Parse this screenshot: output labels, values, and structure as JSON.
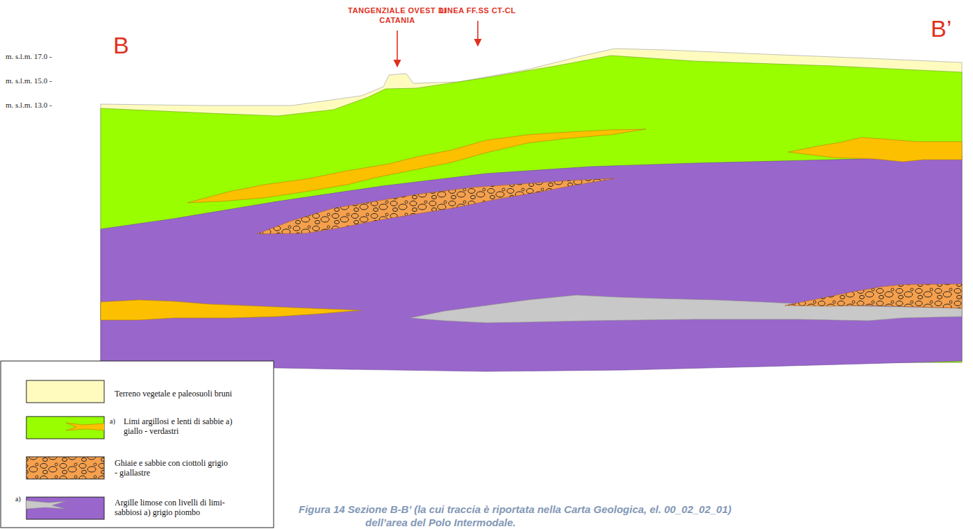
{
  "diagram": {
    "caption": "Figura 14 Sezione B-B’ (la cui traccia è riportata nella Carta Geologica, el. 00_02_02_01) dell’area del Polo Intermodale.",
    "labels": [
      "B",
      "B’",
      "TANGENZIALE OVEST DI CATANIA",
      "LINEA FF.SS CT-CL",
      "m. s.l.m. 17.0 -",
      "m. s.l.m. 15.0 -",
      "m. s.l.m. 13.0 -",
      "a)",
      "a)"
    ],
    "legend": [
      {
        "text": "Terreno vegetale e paleosuoli bruni",
        "color": "#fffbbf"
      },
      {
        "text": "Limi argillosi e lenti di sabbie a) giallo - verdastri",
        "color": "#99ff00"
      },
      {
        "text": "Ghiaie e sabbie con ciottoli grigio - giallastre",
        "color": "#f6a04d"
      },
      {
        "text": "Argille limose con livelli di limi-sabbiosi a) grigio piombo",
        "color": "#9966cc"
      }
    ]
  }
}
